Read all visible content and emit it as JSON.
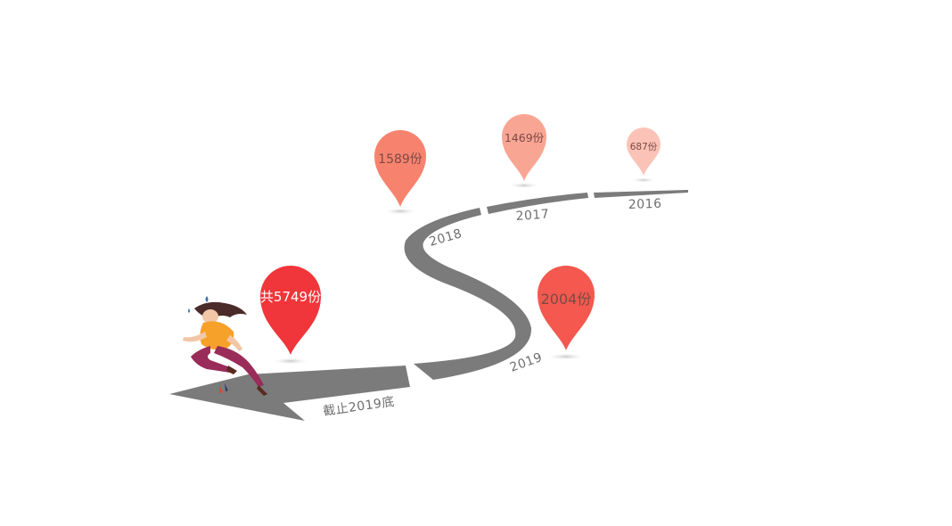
{
  "road": {
    "color": "#7b7b7b",
    "labels": {
      "y2016": "2016",
      "y2017": "2017",
      "y2018": "2018",
      "y2019": "2019",
      "end": "截止2019底"
    }
  },
  "pins": {
    "total": {
      "text": "共5749份",
      "color": "#f0363a"
    },
    "y2019": {
      "text": "2004份",
      "color": "#f4584e"
    },
    "y2018": {
      "text": "1589份",
      "color": "#f7836f"
    },
    "y2017": {
      "text": "1469份",
      "color": "#f9a594"
    },
    "y2016": {
      "text": "687份",
      "color": "#fbc3b7"
    }
  },
  "runner": {
    "hair": "#4a2b2a",
    "shirt": "#f6a12a",
    "pants": "#9a2c5a",
    "skin": "#f2c7a8"
  }
}
